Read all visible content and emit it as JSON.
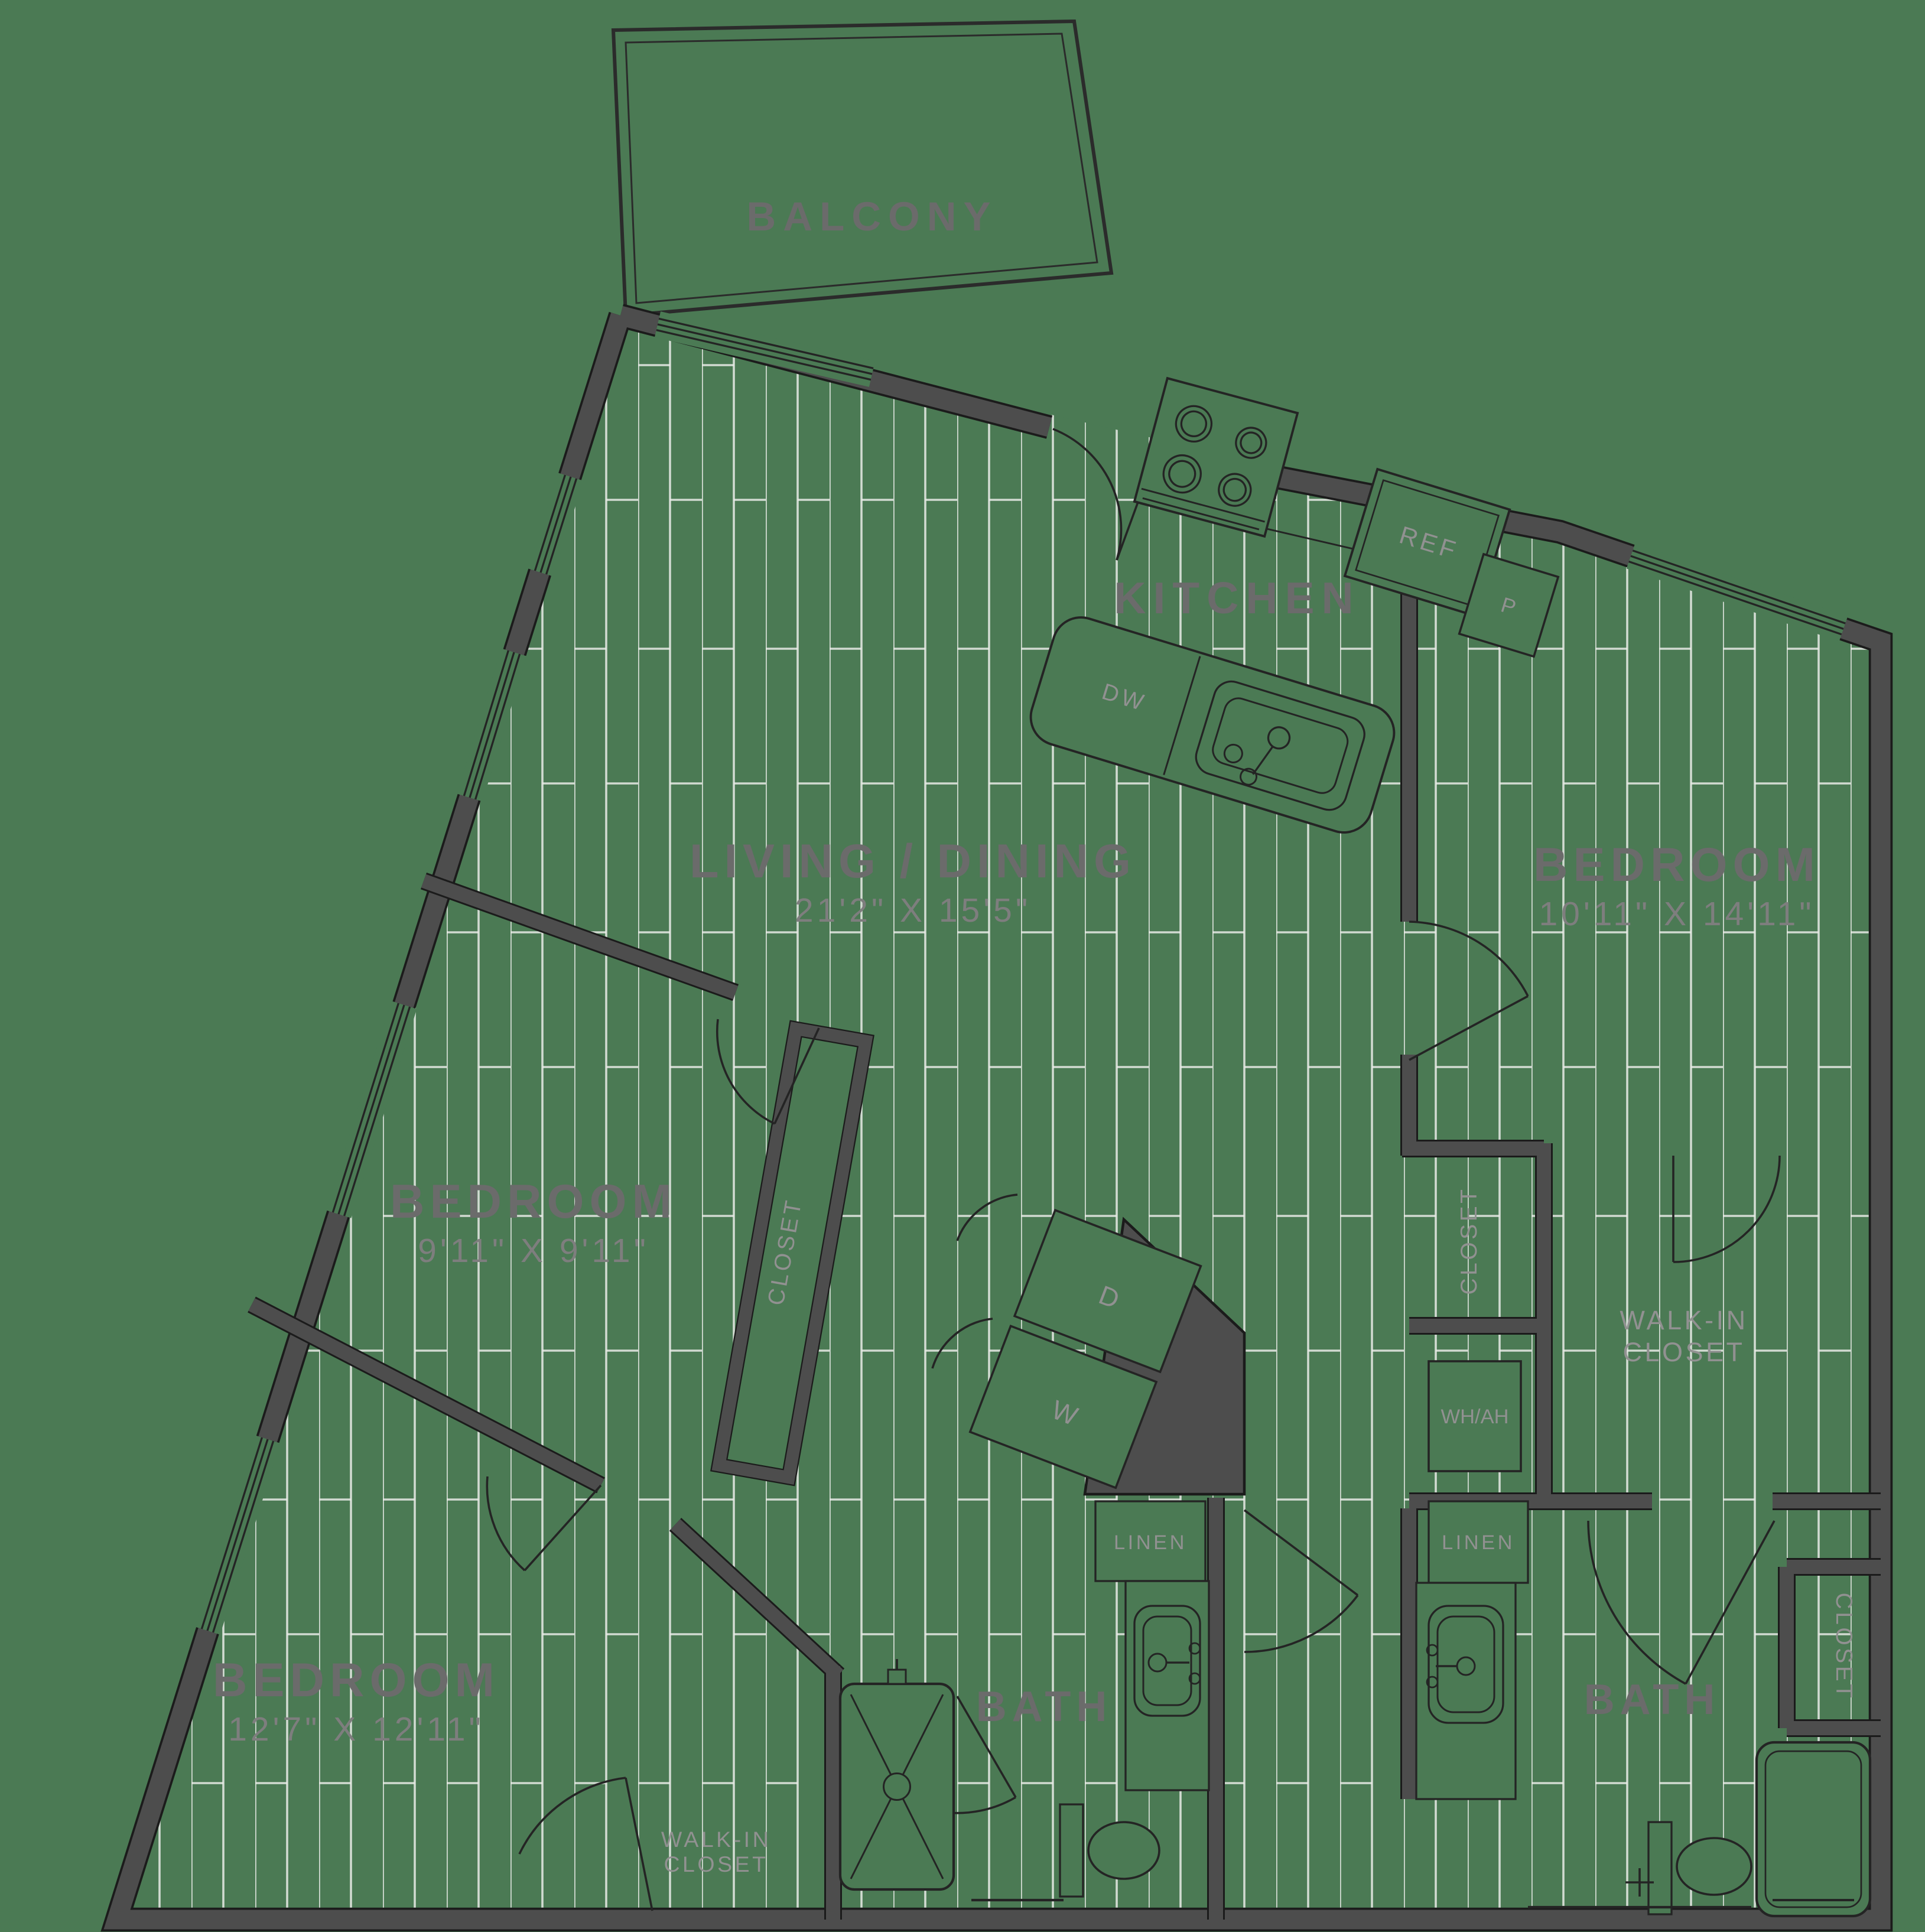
{
  "colors": {
    "background": "#4b7a54",
    "wall": "#4d4d4d",
    "wall_outline": "#1b1b1b",
    "line": "#242424",
    "plank": "#e9ebe6",
    "room_label": "#6b6b6b",
    "dim_label": "#7e7e7e",
    "small_label": "#919191"
  },
  "rooms": {
    "balcony": {
      "label": "BALCONY"
    },
    "kitchen": {
      "label": "KITCHEN"
    },
    "living_dining": {
      "label": "LIVING / DINING",
      "dims": "21'2\" X 15'5\""
    },
    "bedroom_right": {
      "label": "BEDROOM",
      "dims": "10'11\" X 14'11\""
    },
    "bedroom_middle": {
      "label": "BEDROOM",
      "dims": "9'11\" X 9'11\""
    },
    "bedroom_bottom": {
      "label": "BEDROOM",
      "dims": "12'7\" X 12'11\""
    },
    "bath_left": {
      "label": "BATH"
    },
    "bath_right": {
      "label": "BATH"
    },
    "walkin_closet_right": {
      "line1": "WALK-IN",
      "line2": "CLOSET"
    },
    "walkin_closet_bottom": {
      "line1": "WALK-IN",
      "line2": "CLOSET"
    },
    "closet_middle": {
      "label": "CLOSET"
    },
    "closet_hall": {
      "label": "CLOSET"
    },
    "closet_far_right": {
      "label": "CLOSET"
    }
  },
  "fixtures": {
    "refrigerator": "REF",
    "pantry": "P",
    "dishwasher": "DW",
    "dryer": "D",
    "washer": "W",
    "water_heater": "WH/AH",
    "linen_left": "LINEN",
    "linen_right": "LINEN"
  }
}
